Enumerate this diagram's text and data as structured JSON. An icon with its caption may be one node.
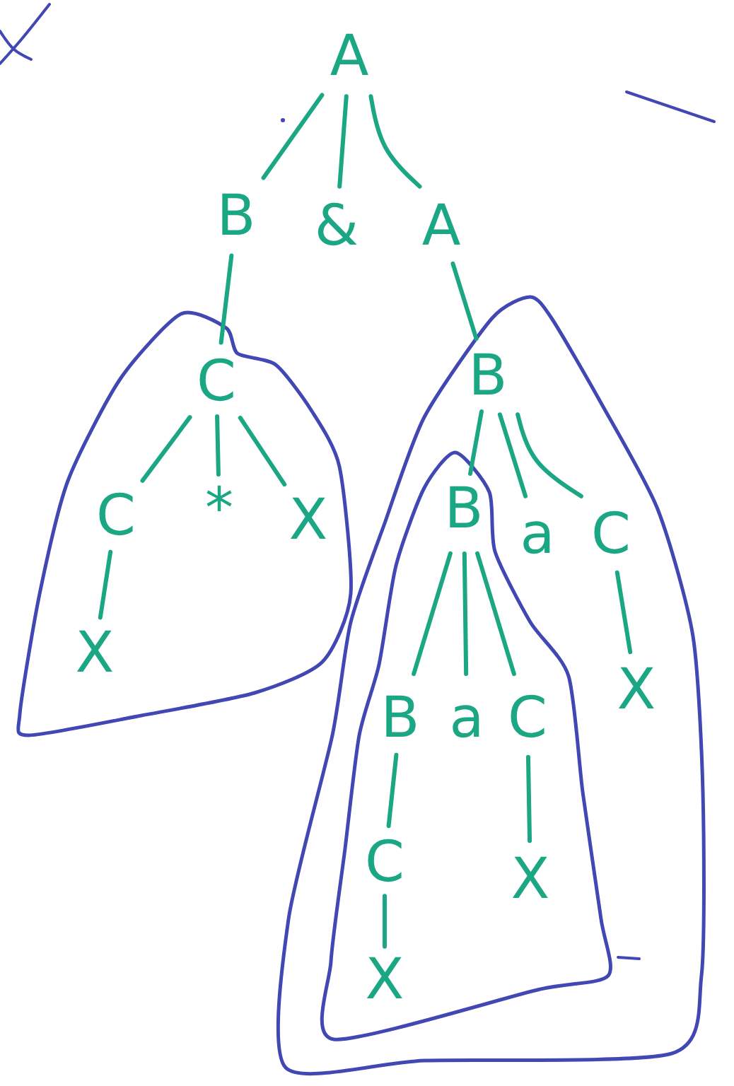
{
  "diagram": {
    "nodes": [
      {
        "text": [
          "A"
        ]
      },
      {
        "text": [
          "B"
        ]
      },
      {
        "text": [
          "&"
        ]
      },
      {
        "text": [
          "A"
        ]
      },
      {
        "text": [],
        "shape": "blob"
      },
      {
        "text": [
          "C"
        ],
        "in": 4
      },
      {
        "text": [],
        "shape": "blob"
      },
      {
        "text": [
          "B"
        ],
        "in": 6
      },
      {
        "text": [
          "C"
        ],
        "in": 4
      },
      {
        "text": [
          "*"
        ],
        "in": 4
      },
      {
        "text": [
          "X"
        ],
        "in": 4
      },
      {
        "text": [],
        "shape": "blob",
        "in": 6
      },
      {
        "text": [
          "B"
        ],
        "in": 11
      },
      {
        "text": [
          "a"
        ],
        "in": 6
      },
      {
        "text": [
          "C"
        ],
        "in": 6
      },
      {
        "text": [
          "X"
        ],
        "in": 4
      },
      {
        "text": [
          "X"
        ],
        "in": 6
      },
      {
        "text": [
          "B"
        ],
        "in": 11
      },
      {
        "text": [
          "a"
        ],
        "in": 11
      },
      {
        "text": [
          "C"
        ],
        "in": 11
      },
      {
        "text": [
          "C"
        ],
        "in": 11
      },
      {
        "text": [
          "X"
        ],
        "in": 11
      },
      {
        "text": [
          "X"
        ],
        "in": 11
      }
    ],
    "edges": [
      {
        "from": 0,
        "to": 1,
        "arrow": "none"
      },
      {
        "from": 0,
        "to": 2,
        "arrow": "none"
      },
      {
        "from": 0,
        "to": 3,
        "arrow": "none"
      },
      {
        "from": 1,
        "to": 5,
        "arrow": "none"
      },
      {
        "from": 3,
        "to": 7,
        "arrow": "none"
      },
      {
        "from": 5,
        "to": 8,
        "arrow": "none"
      },
      {
        "from": 5,
        "to": 9,
        "arrow": "none"
      },
      {
        "from": 5,
        "to": 10,
        "arrow": "none"
      },
      {
        "from": 8,
        "to": 15,
        "arrow": "none"
      },
      {
        "from": 7,
        "to": 12,
        "arrow": "none"
      },
      {
        "from": 7,
        "to": 13,
        "arrow": "none"
      },
      {
        "from": 7,
        "to": 14,
        "arrow": "none"
      },
      {
        "from": 14,
        "to": 16,
        "arrow": "none"
      },
      {
        "from": 12,
        "to": 17,
        "arrow": "none"
      },
      {
        "from": 12,
        "to": 18,
        "arrow": "none"
      },
      {
        "from": 12,
        "to": 19,
        "arrow": "none"
      },
      {
        "from": 17,
        "to": 20,
        "arrow": "none"
      },
      {
        "from": 20,
        "to": 22,
        "arrow": "none"
      },
      {
        "from": 19,
        "to": 21,
        "arrow": "none"
      }
    ]
  }
}
